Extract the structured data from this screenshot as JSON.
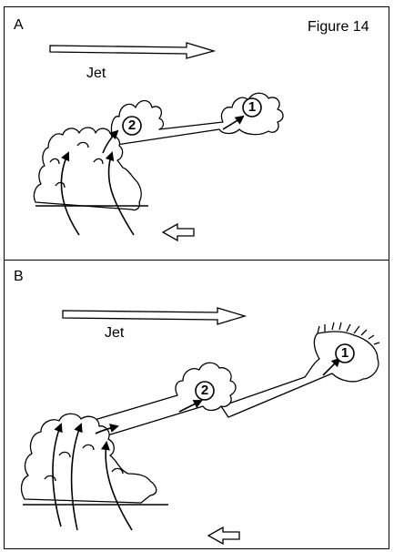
{
  "figure": {
    "title": "Figure 14"
  },
  "panels": [
    {
      "id": "A",
      "label": "A",
      "jet_label": "Jet",
      "markers": [
        "1",
        "2"
      ]
    },
    {
      "id": "B",
      "label": "B",
      "jet_label": "Jet",
      "markers": [
        "1",
        "2"
      ]
    }
  ],
  "colors": {
    "ink": "#000000",
    "background": "#ffffff"
  }
}
